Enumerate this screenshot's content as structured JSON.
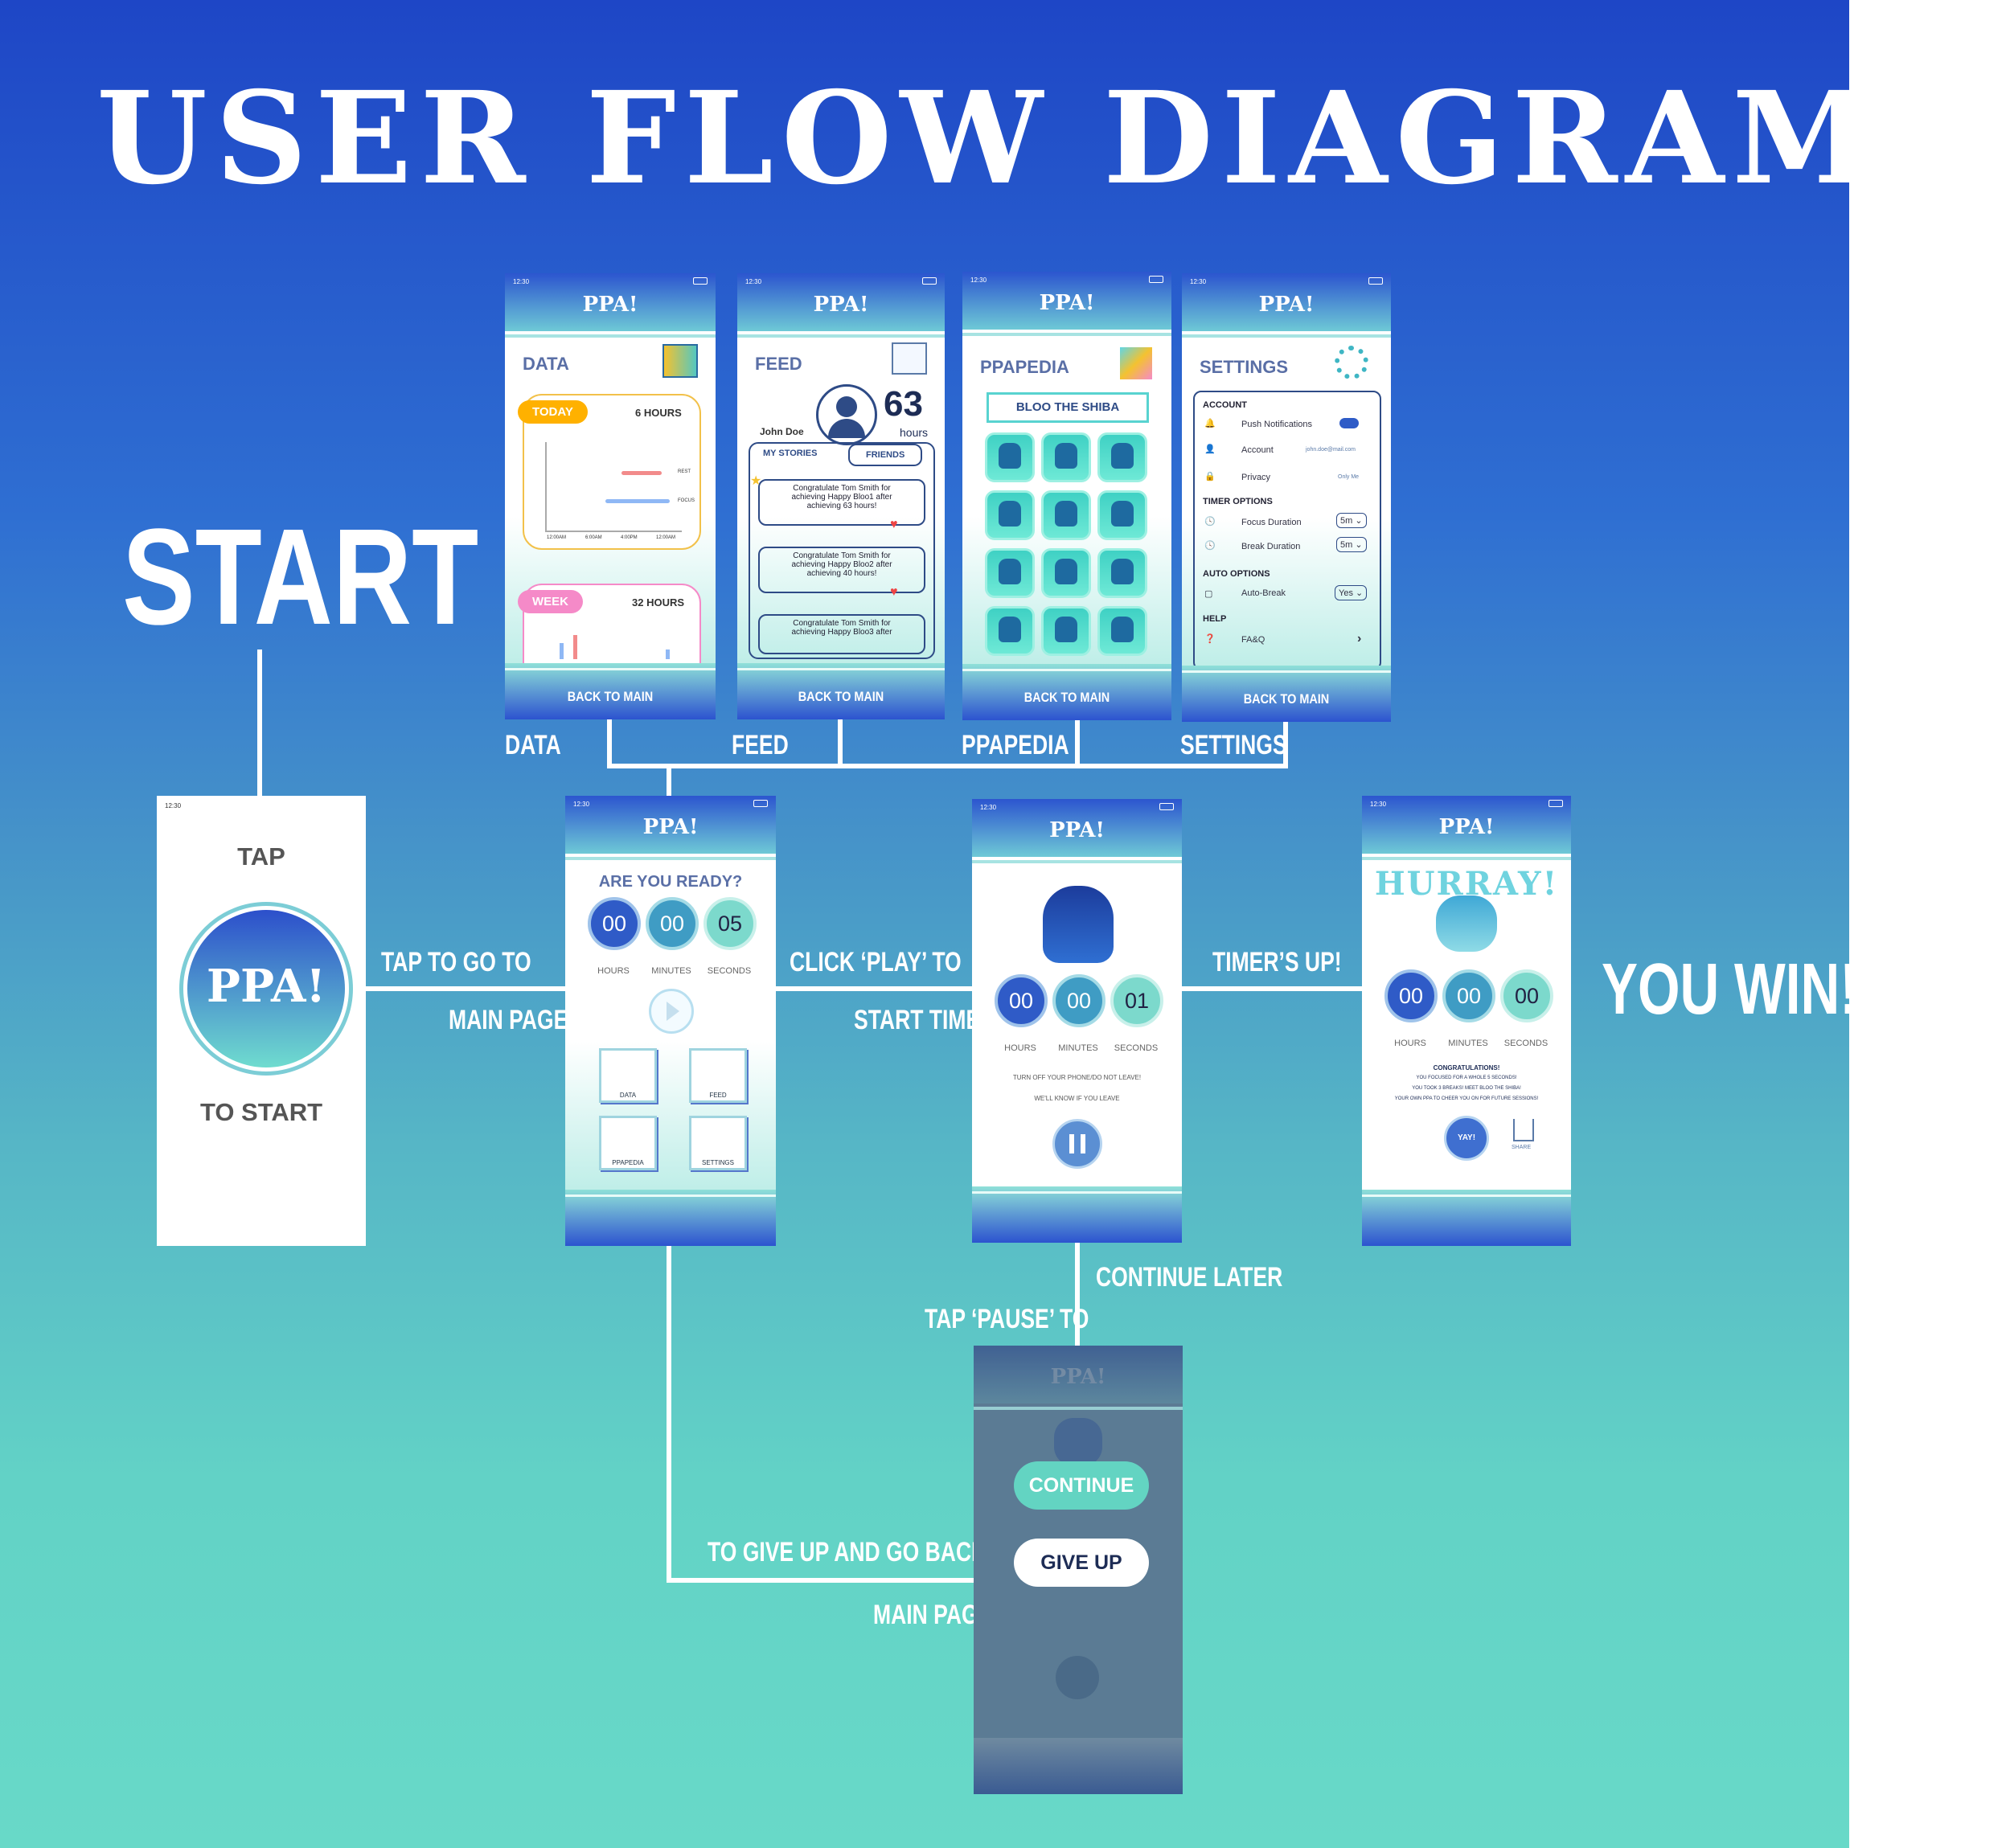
{
  "title": "USER FLOW DIAGRAM",
  "start_label": "START",
  "you_win_label": "YOU WIN!",
  "labels": {
    "data": "DATA",
    "feed": "FEED",
    "ppapedia": "PPAPEDIA",
    "settings": "SETTINGS",
    "tap_go_1": "TAP TO GO TO",
    "tap_go_2": "MAIN PAGE",
    "click_play_1": "CLICK ‘PLAY’ TO",
    "click_play_2": "START TIMER",
    "timers_up": "TIMER’S UP!",
    "continue_later": "CONTINUE LATER",
    "tap_pause": "TAP ‘PAUSE’ TO",
    "give_up_1": "TO GIVE UP AND GO BACK TO",
    "give_up_2": "MAIN PAGE"
  },
  "brand": "PPA!",
  "status_time": "12:30",
  "back_to_main": "BACK TO MAIN",
  "splash": {
    "tap": "TAP",
    "to_start": "TO START",
    "logo": "PPA!"
  },
  "data_screen": {
    "title": "DATA",
    "today_label": "TODAY",
    "today_value": "6 HOURS",
    "week_label": "WEEK",
    "week_value": "32 HOURS",
    "today_ticks": [
      "12:00AM",
      "6:00AM",
      "4:00PM",
      "12:00AM"
    ],
    "legend_rest": "REST",
    "legend_focus": "FOCUS"
  },
  "feed_screen": {
    "title": "FEED",
    "user_name": "John Doe",
    "hours_value": "63",
    "hours_unit": "hours",
    "tab_my": "MY STORIES",
    "tab_friends": "FRIENDS",
    "stories": [
      {
        "line1": "Congratulate Tom Smith for",
        "line2": "achieving Happy Bloo1  after",
        "line3": "achieving 63 hours!"
      },
      {
        "line1": "Congratulate Tom Smith for",
        "line2": "achieving Happy Bloo2  after",
        "line3": "achieving 40 hours!"
      },
      {
        "line1": "Congratulate Tom Smith for",
        "line2": "achieving Happy Bloo3  after",
        "line3": ""
      }
    ]
  },
  "ppapedia_screen": {
    "title": "PPAPEDIA",
    "banner": "BLOO THE SHIBA"
  },
  "settings_screen": {
    "title": "SETTINGS",
    "account_head": "ACCOUNT",
    "push": "Push Notifications",
    "account": "Account",
    "account_value": "john.doe@mail.com",
    "privacy": "Privacy",
    "privacy_value": "Only Me",
    "timer_head": "TIMER OPTIONS",
    "focus": "Focus Duration",
    "focus_value": "5m ⌄",
    "break": "Break Duration",
    "break_value": "5m ⌄",
    "auto_head": "AUTO OPTIONS",
    "auto_break": "Auto-Break",
    "auto_value": "Yes ⌄",
    "help_head": "HELP",
    "faq": "FA&Q"
  },
  "main_screen": {
    "question": "ARE YOU READY?",
    "hours": "00",
    "minutes": "00",
    "seconds": "05",
    "hours_label": "HOURS",
    "minutes_label": "MINUTES",
    "seconds_label": "SECONDS",
    "apps": [
      "DATA",
      "FEED",
      "PPAPEDIA",
      "SETTINGS"
    ]
  },
  "timer_screen": {
    "hours": "00",
    "minutes": "00",
    "seconds": "01",
    "warn1": "TURN OFF YOUR PHONE/DO NOT LEAVE!",
    "warn2": "WE'LL KNOW IF YOU LEAVE"
  },
  "win_screen": {
    "hurray": "HURRAY!",
    "hours": "00",
    "minutes": "00",
    "seconds": "00",
    "congrats": "CONGRATULATIONS!",
    "line1": "YOU FOCUSED FOR A WHOLE 5 SECONDS!",
    "line2": "YOU TOOK 3 BREAKS! MEET BLOO THE SHIBA!",
    "line3": "YOUR OWN PPA TO CHEER YOU ON FOR FUTURE SESSIONS!",
    "yay": "YAY!",
    "share": "SHARE"
  },
  "pause_screen": {
    "continue": "CONTINUE",
    "give_up": "GIVE UP"
  },
  "colors": {
    "bg_top": "#1e46c6",
    "bg_bottom": "#68d9c8",
    "accent": "#2f5bc7"
  }
}
